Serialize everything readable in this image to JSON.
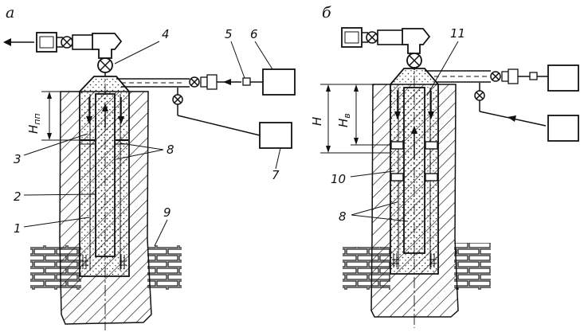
{
  "panels": [
    {
      "id": "a",
      "label": "а",
      "callouts": [
        "4",
        "5",
        "6",
        "3",
        "8",
        "2",
        "1",
        "9",
        "7"
      ],
      "dimension": {
        "main": "H",
        "sub": "пп"
      }
    },
    {
      "id": "b",
      "label": "б",
      "callouts": [
        "11",
        "10",
        "8"
      ],
      "dimension_outer": "H",
      "dimension_inner": {
        "main": "H",
        "sub": "в"
      }
    }
  ]
}
